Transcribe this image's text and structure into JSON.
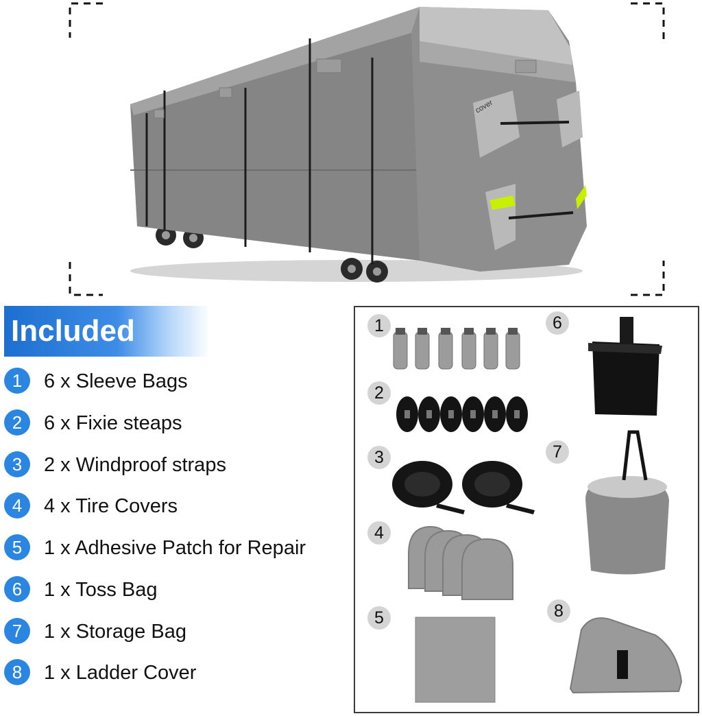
{
  "banner": {
    "title": "Included"
  },
  "items": [
    {
      "num": "1",
      "text": "6 x Sleeve Bags"
    },
    {
      "num": "2",
      "text": "6 x Fixie steaps"
    },
    {
      "num": "3",
      "text": "2 x Windproof straps"
    },
    {
      "num": "4",
      "text": "4 x Tire Covers"
    },
    {
      "num": "5",
      "text": "1 x Adhesive Patch for Repair"
    },
    {
      "num": "6",
      "text": "1 x Toss Bag"
    },
    {
      "num": "7",
      "text": "1 x Storage Bag"
    },
    {
      "num": "8",
      "text": "1 x Ladder Cover"
    }
  ],
  "panel_numbers": [
    "1",
    "2",
    "3",
    "4",
    "5",
    "6",
    "7",
    "8"
  ],
  "brand": {
    "logo_text": "cover"
  },
  "colors": {
    "accent": "#2a86e0",
    "cover_gray": "#8a8a8a",
    "reflective": "#c6f000"
  }
}
